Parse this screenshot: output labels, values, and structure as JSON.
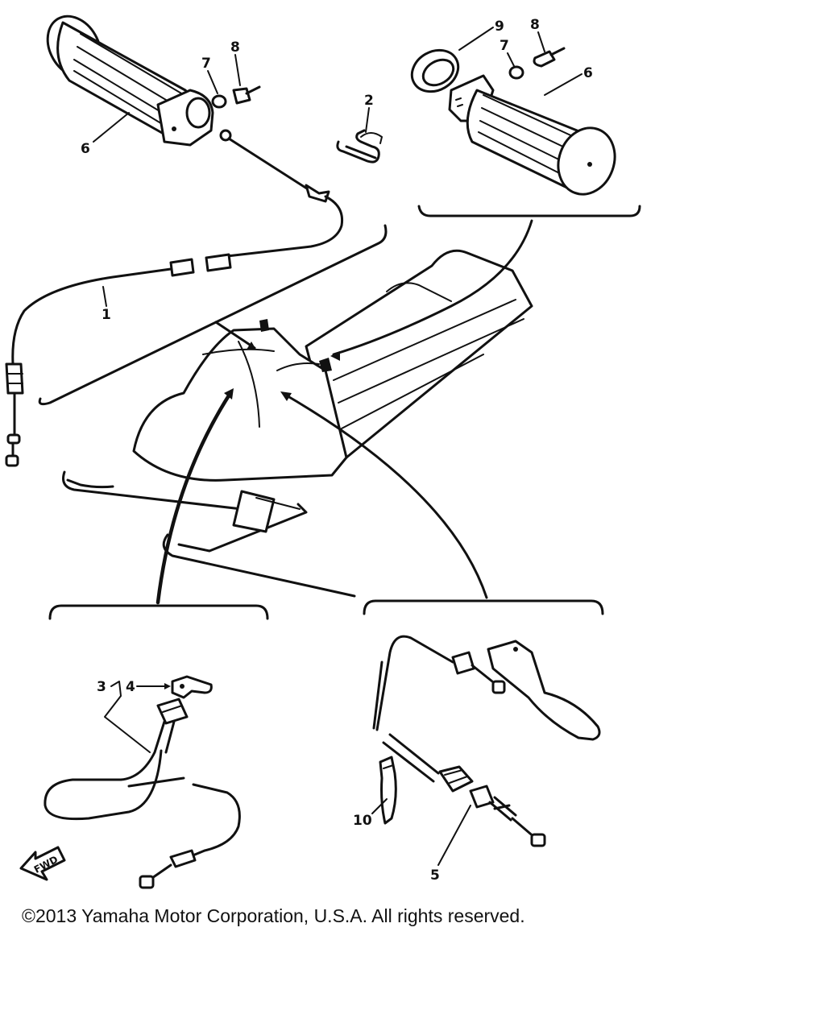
{
  "diagram": {
    "callouts": [
      {
        "id": "grip-left",
        "label": "6"
      },
      {
        "id": "washer-left",
        "label": "7"
      },
      {
        "id": "screw-left",
        "label": "8"
      },
      {
        "id": "clip",
        "label": "2"
      },
      {
        "id": "throttle-cable",
        "label": "1"
      },
      {
        "id": "grip-cap",
        "label": "9"
      },
      {
        "id": "washer-right",
        "label": "7"
      },
      {
        "id": "screw-right",
        "label": "8"
      },
      {
        "id": "grip-right",
        "label": "6"
      },
      {
        "id": "choke-cable",
        "label": "3"
      },
      {
        "id": "choke-knob",
        "label": "4"
      },
      {
        "id": "brake-cable",
        "label": "5"
      },
      {
        "id": "cable-band",
        "label": "10"
      }
    ],
    "fwd_label": "FWD"
  },
  "footer": {
    "copyright": "©2013 Yamaha Motor Corporation, U.S.A. All rights reserved."
  }
}
